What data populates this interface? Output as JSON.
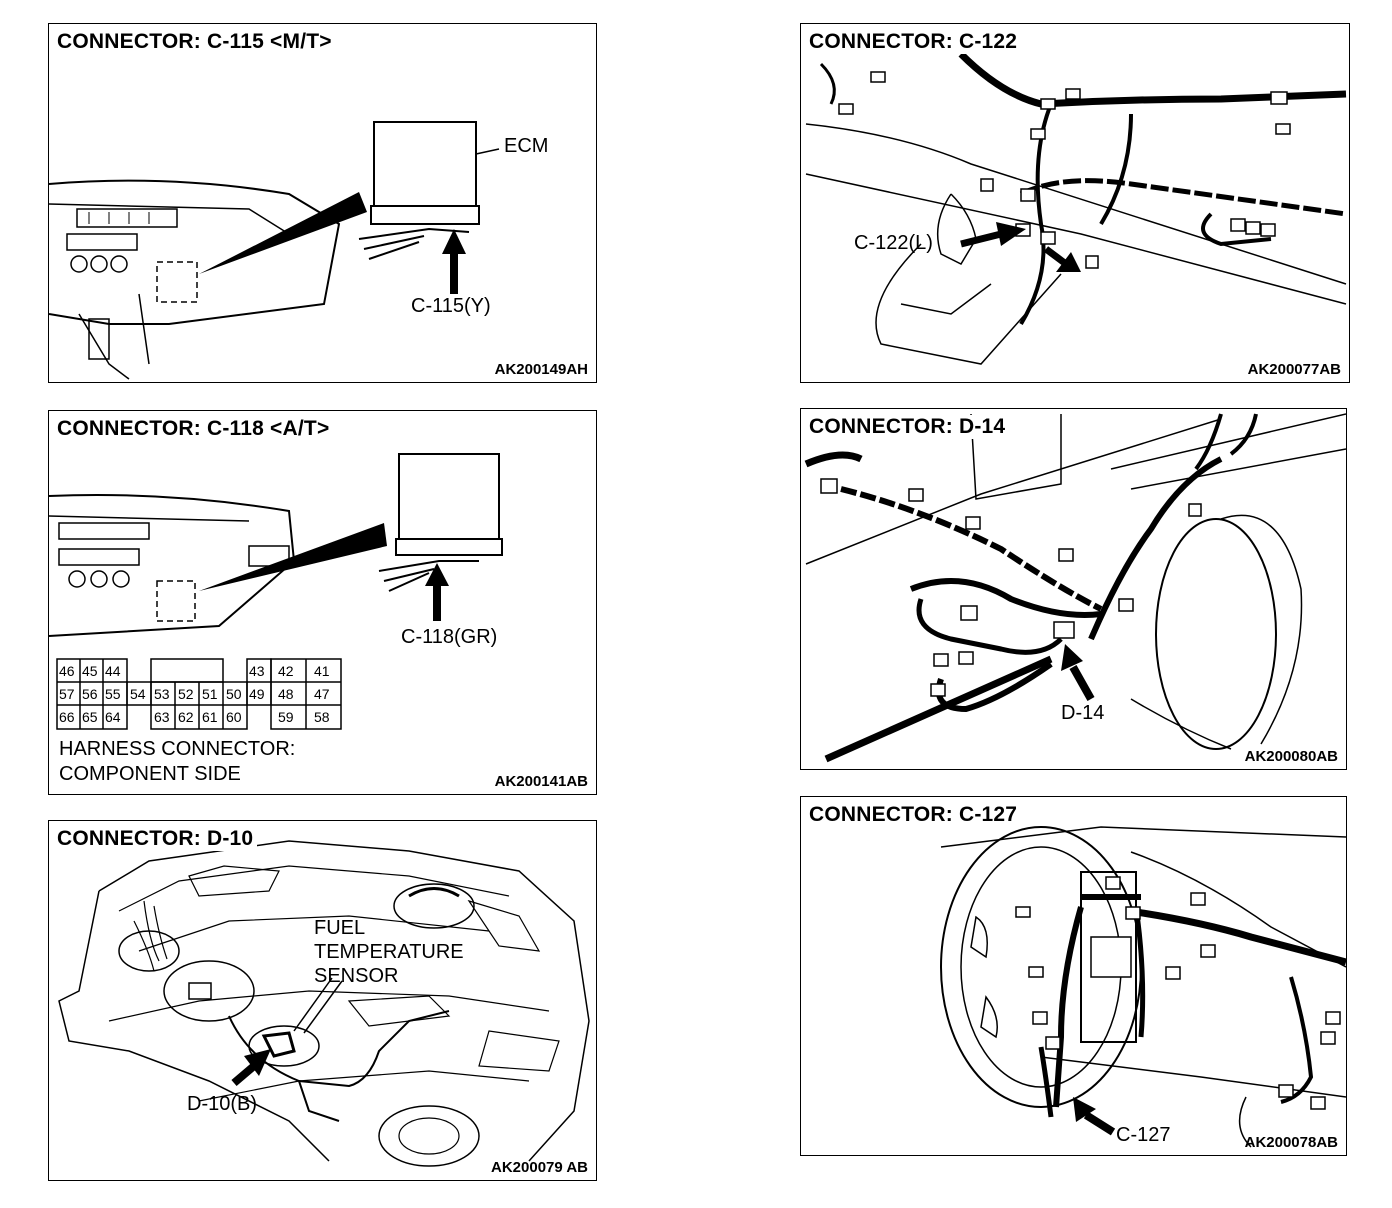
{
  "panels": {
    "c115": {
      "title": "CONNECTOR: C-115 <M/T>",
      "code": "AK200149AH",
      "labels": {
        "ecm": "ECM",
        "connector": "C-115(Y)"
      }
    },
    "c122": {
      "title": "CONNECTOR: C-122",
      "code": "AK200077AB",
      "labels": {
        "connector": "C-122(L)"
      }
    },
    "c118": {
      "title": "CONNECTOR: C-118 <A/T>",
      "code": "AK200141AB",
      "labels": {
        "connector": "C-118(GR)",
        "harness_line1": "HARNESS CONNECTOR:",
        "harness_line2": "COMPONENT SIDE"
      },
      "pins": {
        "row1": [
          "46",
          "45",
          "44",
          "",
          "",
          "",
          "",
          "",
          "",
          "",
          "43",
          "42",
          "41"
        ],
        "row2": [
          "57",
          "56",
          "55",
          "54",
          "53",
          "52",
          "51",
          "50",
          "49",
          "48",
          "47"
        ],
        "row3": [
          "66",
          "65",
          "64",
          "",
          "63",
          "62",
          "61",
          "60",
          "",
          "59",
          "58"
        ]
      }
    },
    "d14": {
      "title": "CONNECTOR: D-14",
      "code": "AK200080AB",
      "labels": {
        "connector": "D-14"
      }
    },
    "d10": {
      "title": "CONNECTOR: D-10",
      "code": "AK200079 AB",
      "labels": {
        "sensor_line1": "FUEL",
        "sensor_line2": "TEMPERATURE",
        "sensor_line3": "SENSOR",
        "connector": "D-10(B)"
      }
    },
    "c127": {
      "title": "CONNECTOR: C-127",
      "code": "AK200078AB",
      "labels": {
        "connector": "C-127"
      }
    }
  }
}
